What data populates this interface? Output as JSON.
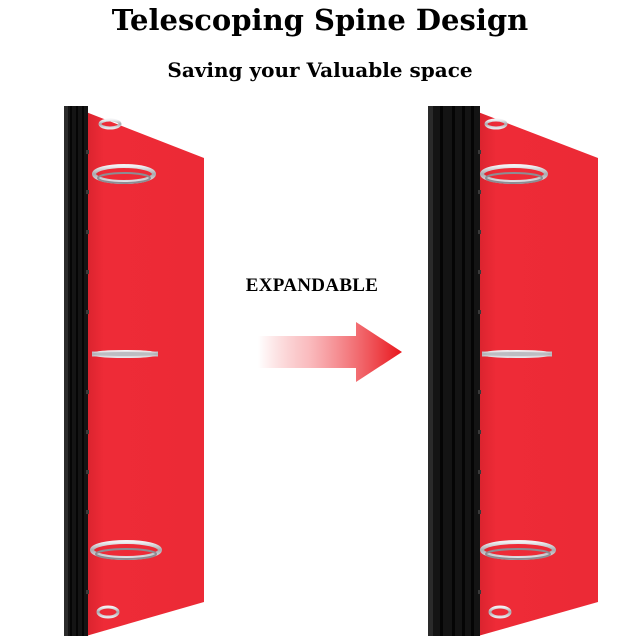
{
  "header": {
    "title": "Telescoping Spine Design",
    "subtitle": "Saving your Valuable space"
  },
  "middle": {
    "label": "EXPANDABLE"
  },
  "colors": {
    "cover_red": "#ec2a36",
    "spine_black": "#141414",
    "ring_silver": "#c8c8cc",
    "arrow_red": "#e8161c"
  },
  "icons": {
    "arrow": "arrow-right-icon"
  }
}
